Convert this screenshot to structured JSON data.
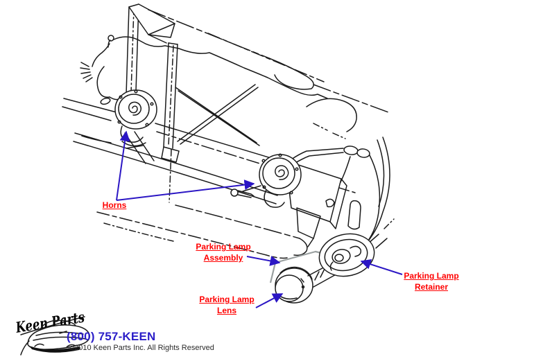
{
  "diagram": {
    "labels": {
      "horns": "Horns",
      "parking_lamp_assembly": "Parking Lamp\nAssembly",
      "parking_lamp_retainer": "Parking Lamp\nRetainer",
      "parking_lamp_lens": "Parking Lamp\nLens"
    }
  },
  "footer": {
    "logo_text": "Keen Parts",
    "phone": "(800) 757-KEEN",
    "copyright": "©2010 Keen Parts Inc. All Rights Reserved"
  },
  "colors": {
    "label_red": "#ff0000",
    "arrow_blue": "#2b16c4",
    "phone_blue": "#2b1ec8",
    "drawing_ink": "#1a1a1a",
    "bracket_gray": "#9aa0a0"
  }
}
